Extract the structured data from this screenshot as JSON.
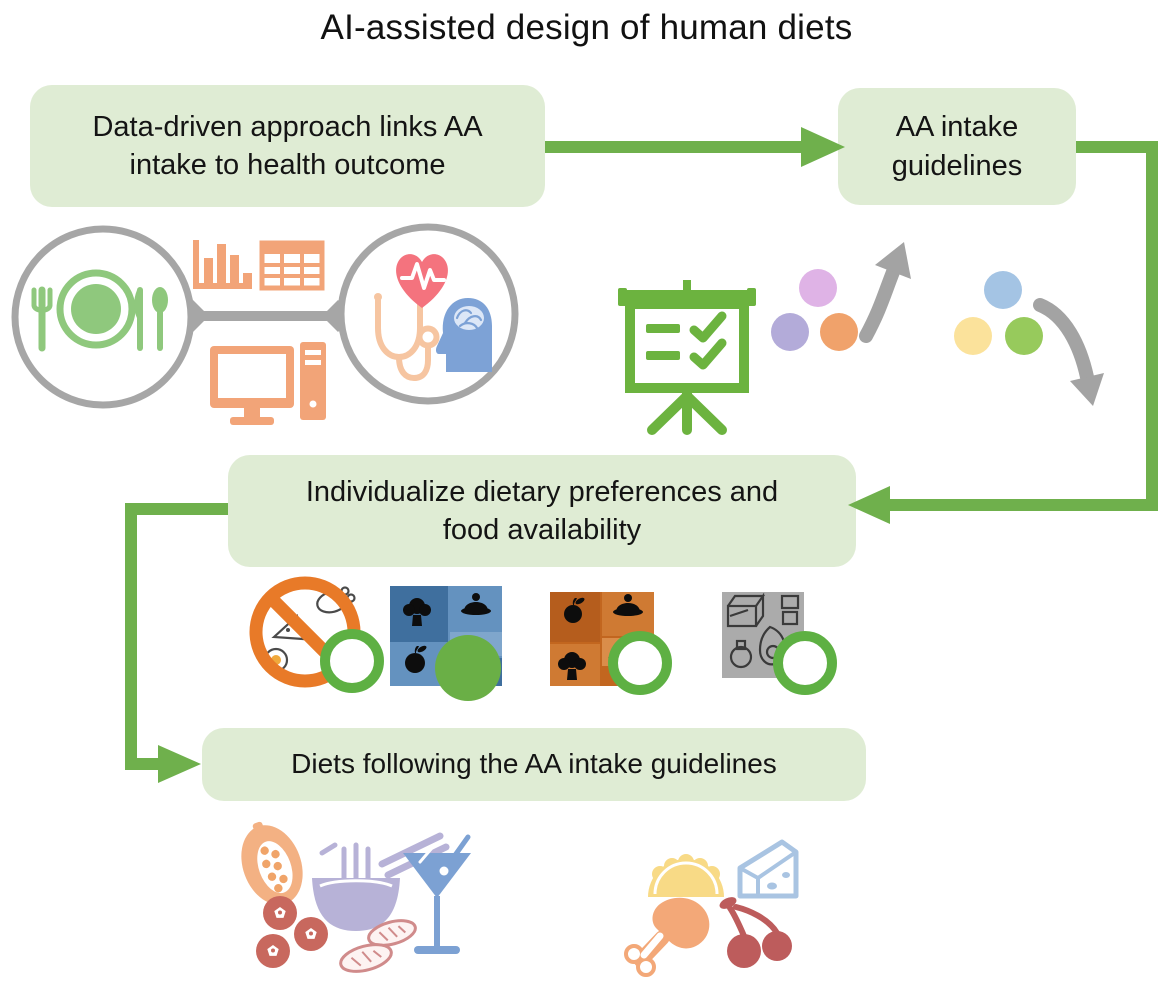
{
  "title": "AI-assisted design of human diets",
  "boxes": {
    "data_driven": "Data-driven approach links AA\nintake to health outcome",
    "guidelines": "AA intake\nguidelines",
    "individualize": "Individualize dietary preferences and\nfood availability",
    "diets": "Diets following the AA intake guidelines"
  },
  "colors": {
    "box_fill": "#dfecd4",
    "flow_green": "#6fb04c",
    "icon_green": "#6cb33f",
    "plate_green": "#8fc87d",
    "connector_gray": "#a6a6a6",
    "icon_orange": "#f2a478",
    "prohibition_orange": "#e87a28",
    "tile_blue": "#5587b8",
    "tile_orange": "#c2661f",
    "tile_gray": "#ababab",
    "radio_ring_green": "#5eb043",
    "heart_red": "#f4737e",
    "stethoscope_peach": "#f6c5a1",
    "head_blue": "#7da2d6",
    "dot_violet": "#dfb3e6",
    "dot_lavender": "#b3abd9",
    "dot_orange": "#f0a26b",
    "dot_blue": "#a4c4e4",
    "dot_yellow": "#fbe29b",
    "dot_green": "#97ca5c"
  },
  "icons": {
    "data_cluster": [
      "plate-setting-icon",
      "bar-chart-icon",
      "data-table-icon",
      "computer-icon",
      "heart-ecg-icon",
      "stethoscope-icon",
      "head-brain-icon"
    ],
    "guideline_cluster": [
      "presentation-board-icon",
      "amino-acid-dots-left",
      "amino-acid-dots-right",
      "curved-arrow-up-icon",
      "curved-arrow-down-icon"
    ],
    "preference_tiles": [
      "restricted-foods-tile",
      "blue-foods-tile",
      "orange-foods-tile",
      "gray-foods-tile"
    ],
    "diet_foods_left": [
      "papaya-icon",
      "noodle-bowl-icon",
      "martini-icon",
      "berries-icon",
      "sushi-icon"
    ],
    "diet_foods_right": [
      "taco-icon",
      "cheese-icon",
      "drumstick-icon",
      "cherries-icon"
    ]
  },
  "preference_options": [
    {
      "name": "restricted-foods",
      "selected": false,
      "fill": "#ffffff"
    },
    {
      "name": "blue-foods",
      "selected": true,
      "fill": "#6aaf46"
    },
    {
      "name": "orange-foods",
      "selected": false,
      "fill": "#ffffff"
    },
    {
      "name": "gray-foods",
      "selected": false,
      "fill": "#ffffff"
    }
  ]
}
